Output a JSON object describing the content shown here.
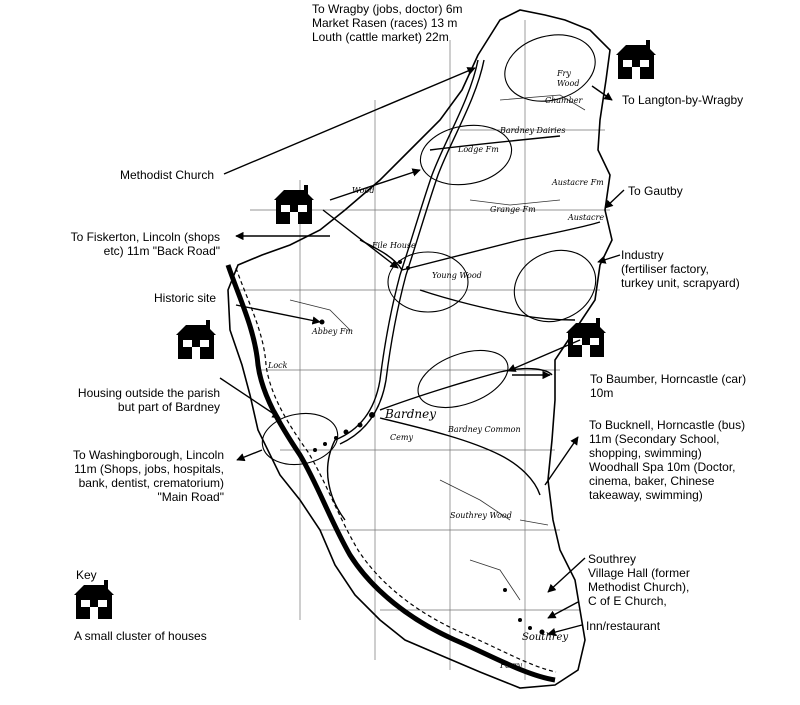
{
  "annotations": {
    "wragby": [
      "To Wragby (jobs, doctor) 6m",
      "Market Rasen (races) 13 m",
      "Louth (cattle market) 22m"
    ],
    "langton": "To Langton-by-Wragby",
    "methodist": "Methodist Church",
    "gautby": "To Gautby",
    "fiskerton": [
      "To Fiskerton, Lincoln (shops",
      "etc) 11m \"Back Road\""
    ],
    "industry": [
      "Industry",
      "(fertiliser factory,",
      "turkey unit, scrapyard)"
    ],
    "historic": "Historic site",
    "baumber": [
      "To Baumber, Horncastle (car)",
      "10m"
    ],
    "housing_outside": [
      "Housing outside the parish",
      "but part of Bardney"
    ],
    "bucknell": [
      "To Bucknell, Horncastle (bus)",
      "11m (Secondary School,",
      "shopping, swimming)",
      "Woodhall Spa 10m (Doctor,",
      "cinema, baker, Chinese",
      "takeaway, swimming)"
    ],
    "washingborough": [
      "To Washingborough, Lincoln",
      "11m (Shops, jobs, hospitals,",
      "bank, dentist, crematorium)",
      "\"Main Road\""
    ],
    "southrey": [
      "Southrey",
      "Village Hall (former",
      "Methodist Church),",
      "C of E Church,"
    ],
    "inn": "Inn/restaurant"
  },
  "key": {
    "title": "Key",
    "house_icon": "house-cluster-icon",
    "description": "A small cluster of houses"
  },
  "map_labels": {
    "fry_wood": "Fry",
    "fry_wood2": "Wood",
    "chamber": "Chamber",
    "bardney_dairies": "Bardney Dairies",
    "lodge_fm": "Lodge Fm",
    "wood": "Wood",
    "austacre_fm": "Austacre Fm",
    "grange_fm": "Grange Fm",
    "austacre_wood": "Austacre",
    "file_house": "File House",
    "young_wood": "Young Wood",
    "abbey_fm": "Abbey Fm",
    "lock": "Lock",
    "bardney": "Bardney",
    "cemy": "Cemy",
    "bardney_common": "Bardney Common",
    "southrey_wood": "Southrey Wood",
    "southrey": "Southrey",
    "ferry": "Ferry"
  },
  "colors": {
    "ink": "#000000",
    "paper": "#ffffff"
  }
}
